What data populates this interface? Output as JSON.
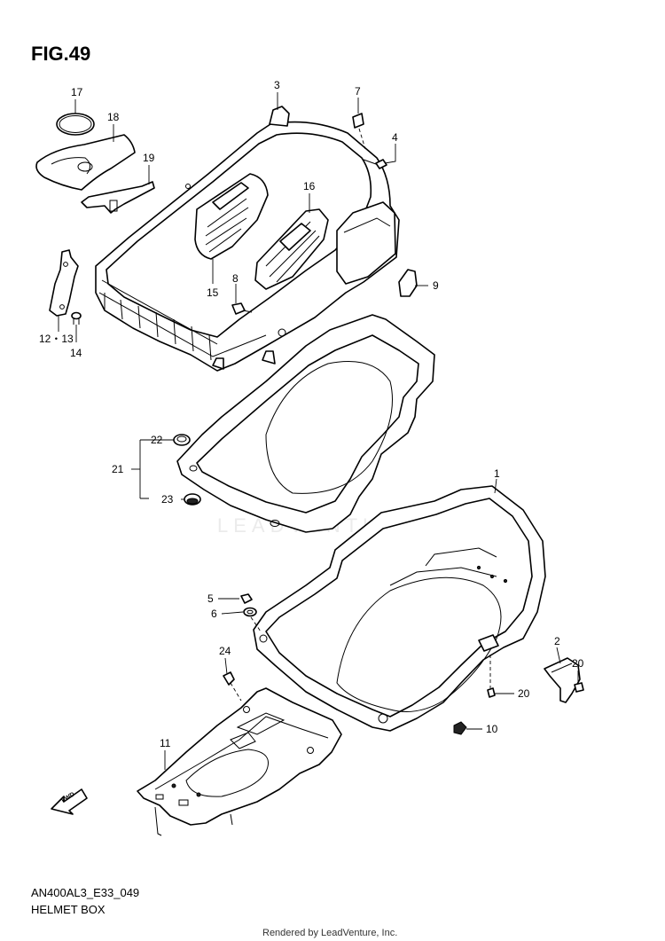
{
  "figure": {
    "title": "FIG.49"
  },
  "callouts": [
    {
      "id": "17",
      "text": "17"
    },
    {
      "id": "18",
      "text": "18"
    },
    {
      "id": "19",
      "text": "19"
    },
    {
      "id": "3",
      "text": "3"
    },
    {
      "id": "7",
      "text": "7"
    },
    {
      "id": "4",
      "text": "4"
    },
    {
      "id": "16",
      "text": "16"
    },
    {
      "id": "15",
      "text": "15"
    },
    {
      "id": "8",
      "text": "8"
    },
    {
      "id": "9",
      "text": "9"
    },
    {
      "id": "12_13",
      "text": "12・13"
    },
    {
      "id": "14",
      "text": "14"
    },
    {
      "id": "22",
      "text": "22"
    },
    {
      "id": "21",
      "text": "21"
    },
    {
      "id": "23",
      "text": "23"
    },
    {
      "id": "1",
      "text": "1"
    },
    {
      "id": "5",
      "text": "5"
    },
    {
      "id": "6",
      "text": "6"
    },
    {
      "id": "24",
      "text": "24"
    },
    {
      "id": "2",
      "text": "2"
    },
    {
      "id": "20a",
      "text": "20"
    },
    {
      "id": "20b",
      "text": "20"
    },
    {
      "id": "10",
      "text": "10"
    },
    {
      "id": "11",
      "text": "11"
    }
  ],
  "fwd_label": "FWD",
  "watermark": "LEADVENTURE",
  "footer": {
    "model_code": "AN400AL3_E33_049",
    "section": "HELMET BOX",
    "rendered_by": "Rendered by LeadVenture, Inc."
  }
}
